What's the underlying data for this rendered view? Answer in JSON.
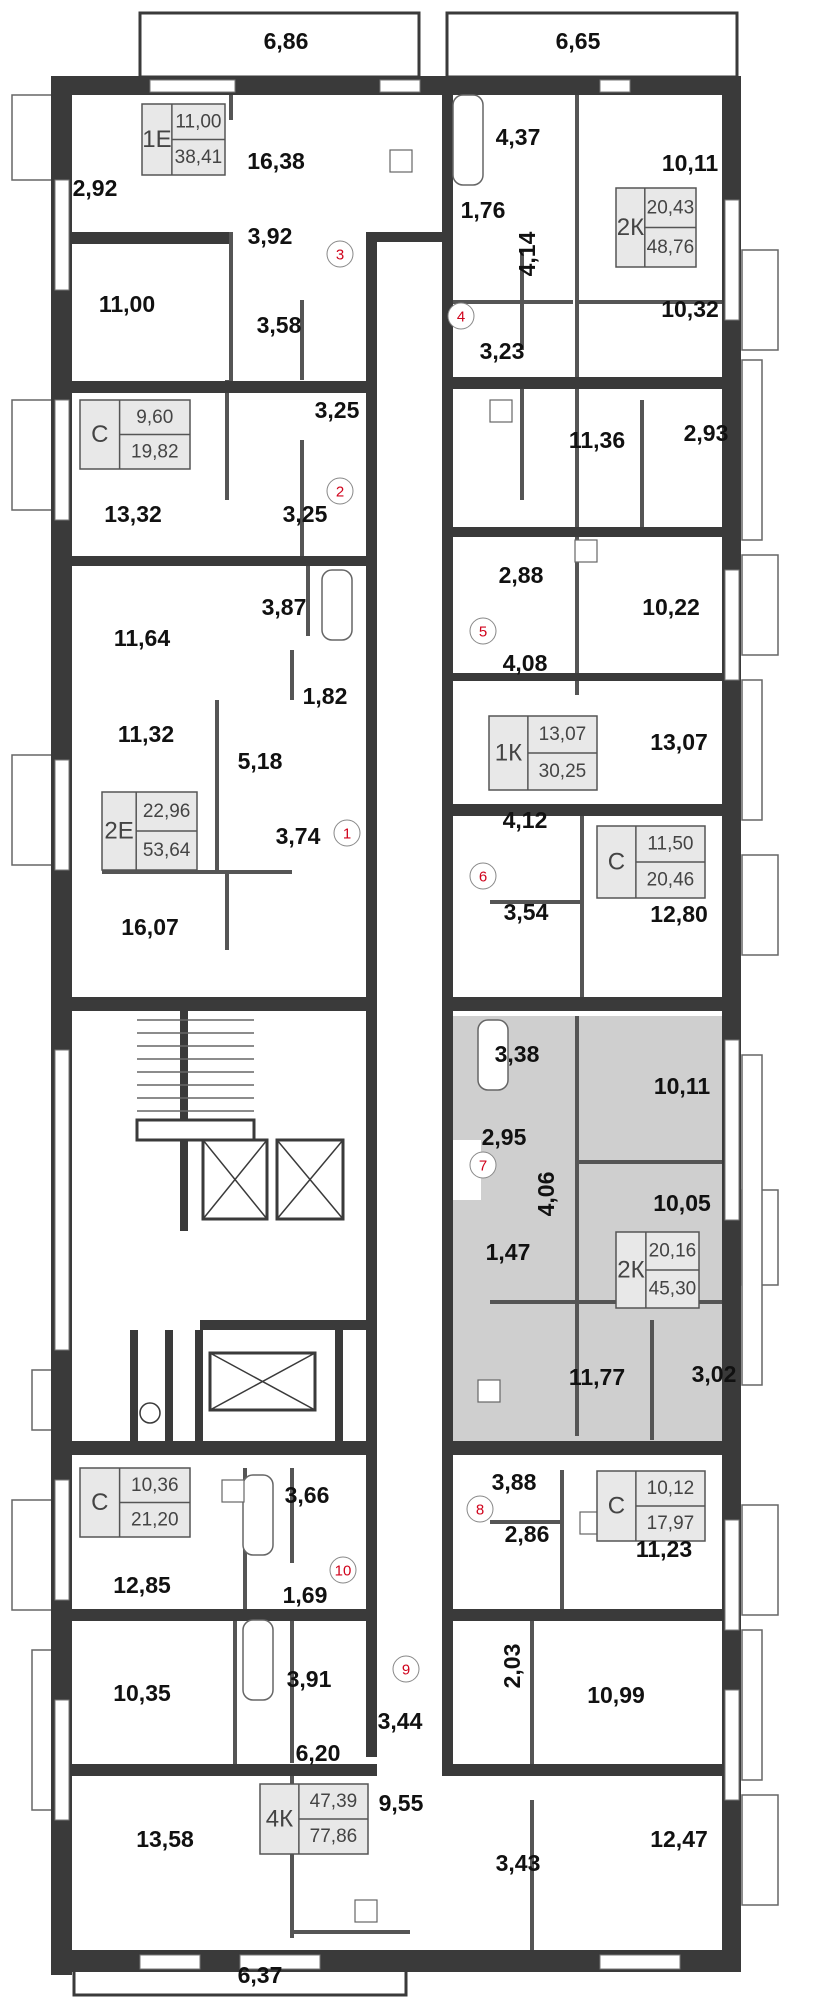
{
  "colors": {
    "wall": "#3a3a3a",
    "apartment_box": "#e8e8e8",
    "highlight": "#cfcfcf",
    "marker": "#d0021b"
  },
  "rooms": [
    "6,86",
    "6,65",
    "16,38",
    "2,92",
    "3,92",
    "11,00",
    "3,58",
    "4,37",
    "10,11",
    "1,76",
    "4,14",
    "10,32",
    "3,23",
    "11,36",
    "2,93",
    "3,25",
    "3,25",
    "13,32",
    "2,88",
    "10,22",
    "3,87",
    "11,64",
    "4,08",
    "1,82",
    "5,18",
    "11,32",
    "13,07",
    "3,74",
    "4,12",
    "16,07",
    "3,54",
    "12,80",
    "3,38",
    "10,11",
    "2,95",
    "4,06",
    "10,05",
    "1,47",
    "11,77",
    "3,02",
    "3,88",
    "2,86",
    "11,23",
    "3,66",
    "12,85",
    "1,69",
    "10,35",
    "3,91",
    "3,44",
    "2,03",
    "10,99",
    "6,20",
    "9,55",
    "13,58",
    "12,47",
    "3,43",
    "6,37"
  ],
  "apartments": [
    {
      "type": "1Е",
      "living": "11,00",
      "total": "38,41"
    },
    {
      "type": "С",
      "living": "9,60",
      "total": "19,82"
    },
    {
      "type": "2К",
      "living": "20,43",
      "total": "48,76"
    },
    {
      "type": "1К",
      "living": "13,07",
      "total": "30,25"
    },
    {
      "type": "2Е",
      "living": "22,96",
      "total": "53,64"
    },
    {
      "type": "С",
      "living": "11,50",
      "total": "20,46"
    },
    {
      "type": "2К",
      "living": "20,16",
      "total": "45,30"
    },
    {
      "type": "С",
      "living": "10,12",
      "total": "17,97"
    },
    {
      "type": "С",
      "living": "10,36",
      "total": "21,20"
    },
    {
      "type": "4К",
      "living": "47,39",
      "total": "77,86"
    }
  ],
  "markers": [
    "1",
    "2",
    "3",
    "4",
    "5",
    "6",
    "7",
    "8",
    "9",
    "10"
  ]
}
